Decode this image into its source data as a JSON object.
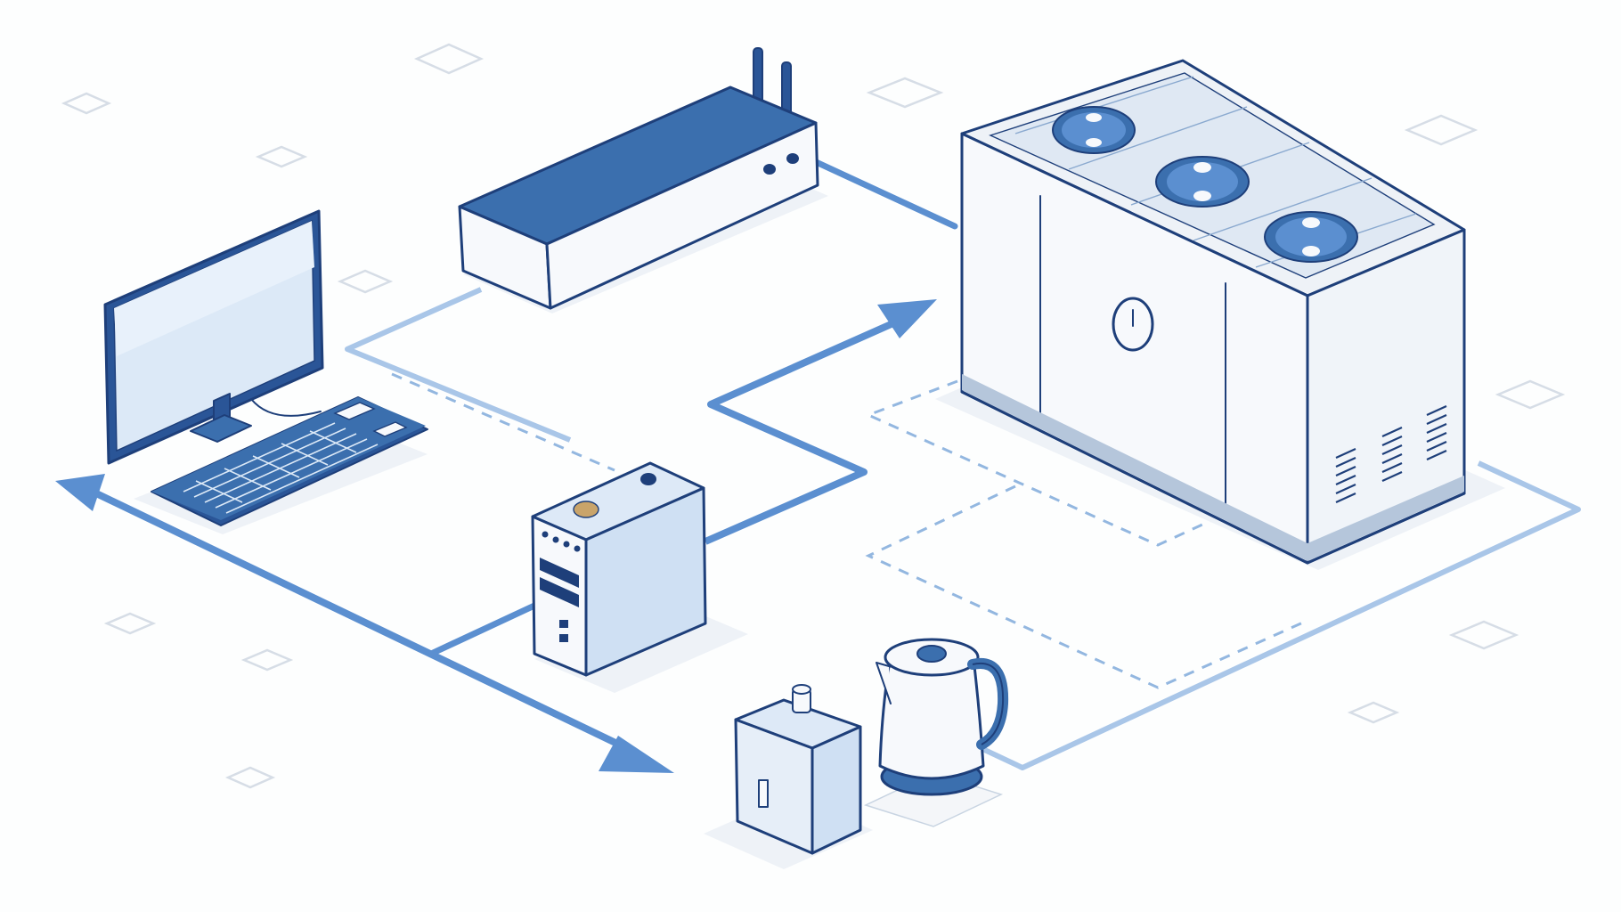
{
  "figure": {
    "type": "isometric-illustration",
    "palette": {
      "outline": "#1e3f7a",
      "primary": "#3b6fae",
      "connector": "#5b8fd0",
      "connector_light": "#a9c6e8",
      "dashed": "#93b7e0",
      "fill_light": "#dde9f7",
      "fill_white": "#f7f9fc",
      "marker": "#d6dde6"
    },
    "nodes": [
      {
        "id": "desktop",
        "icon": "desktop-computer-icon"
      },
      {
        "id": "keyboard",
        "icon": "keyboard-icon"
      },
      {
        "id": "router",
        "icon": "router-icon"
      },
      {
        "id": "tower",
        "icon": "pc-tower-icon"
      },
      {
        "id": "cooling-unit",
        "icon": "cooling-unit-icon"
      },
      {
        "id": "water-heater",
        "icon": "water-heater-icon"
      },
      {
        "id": "kettle",
        "icon": "electric-kettle-icon"
      }
    ],
    "connectors": [
      {
        "from": "tower",
        "to": "cooling-unit",
        "style": "solid",
        "arrow": "end"
      },
      {
        "from": "tower",
        "to": "desktop",
        "style": "solid",
        "arrow": "both"
      },
      {
        "from": "router",
        "to": "cooling-unit",
        "style": "solid",
        "arrow": "none"
      },
      {
        "from": "router",
        "to": "tower",
        "style": "dashed",
        "arrow": "none"
      },
      {
        "from": "cooling-unit",
        "to": "kettle",
        "style": "solid-light",
        "arrow": "none"
      },
      {
        "from": "cooling-unit",
        "to": "kettle",
        "style": "dashed",
        "arrow": "none"
      }
    ]
  }
}
